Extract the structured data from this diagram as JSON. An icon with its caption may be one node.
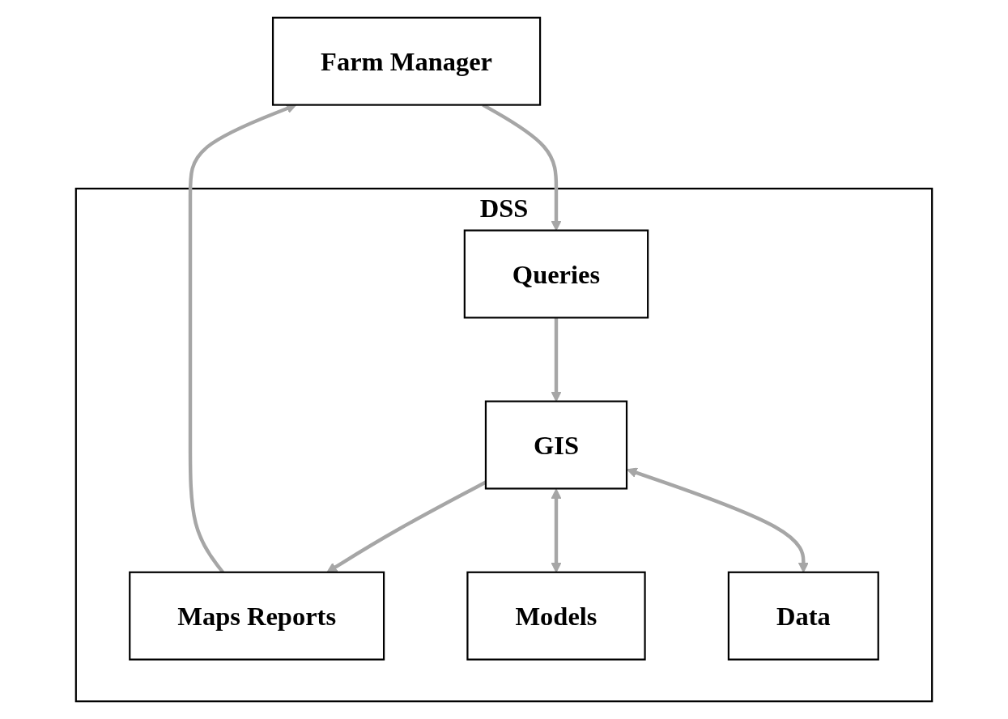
{
  "diagram": {
    "nodes": [
      {
        "text": [
          "Farm Manager"
        ]
      },
      {
        "text": [
          "DSS"
        ]
      },
      {
        "text": [
          "Queries"
        ],
        "in": 1
      },
      {
        "text": [
          "GIS"
        ],
        "in": 1
      },
      {
        "text": [
          "Maps Reports"
        ],
        "in": 1
      },
      {
        "text": [
          "Models"
        ],
        "in": 1
      },
      {
        "text": [
          "Data"
        ],
        "in": 1
      }
    ],
    "edges": [
      {
        "from": 0,
        "to": 2,
        "arrow": "to"
      },
      {
        "from": 2,
        "to": 3,
        "arrow": "to"
      },
      {
        "from": 3,
        "to": 4,
        "arrow": "to"
      },
      {
        "from": 4,
        "to": 0,
        "arrow": "to"
      },
      {
        "from": 3,
        "to": 5,
        "arrow": "both"
      },
      {
        "from": 3,
        "to": 6,
        "arrow": "both"
      }
    ]
  }
}
